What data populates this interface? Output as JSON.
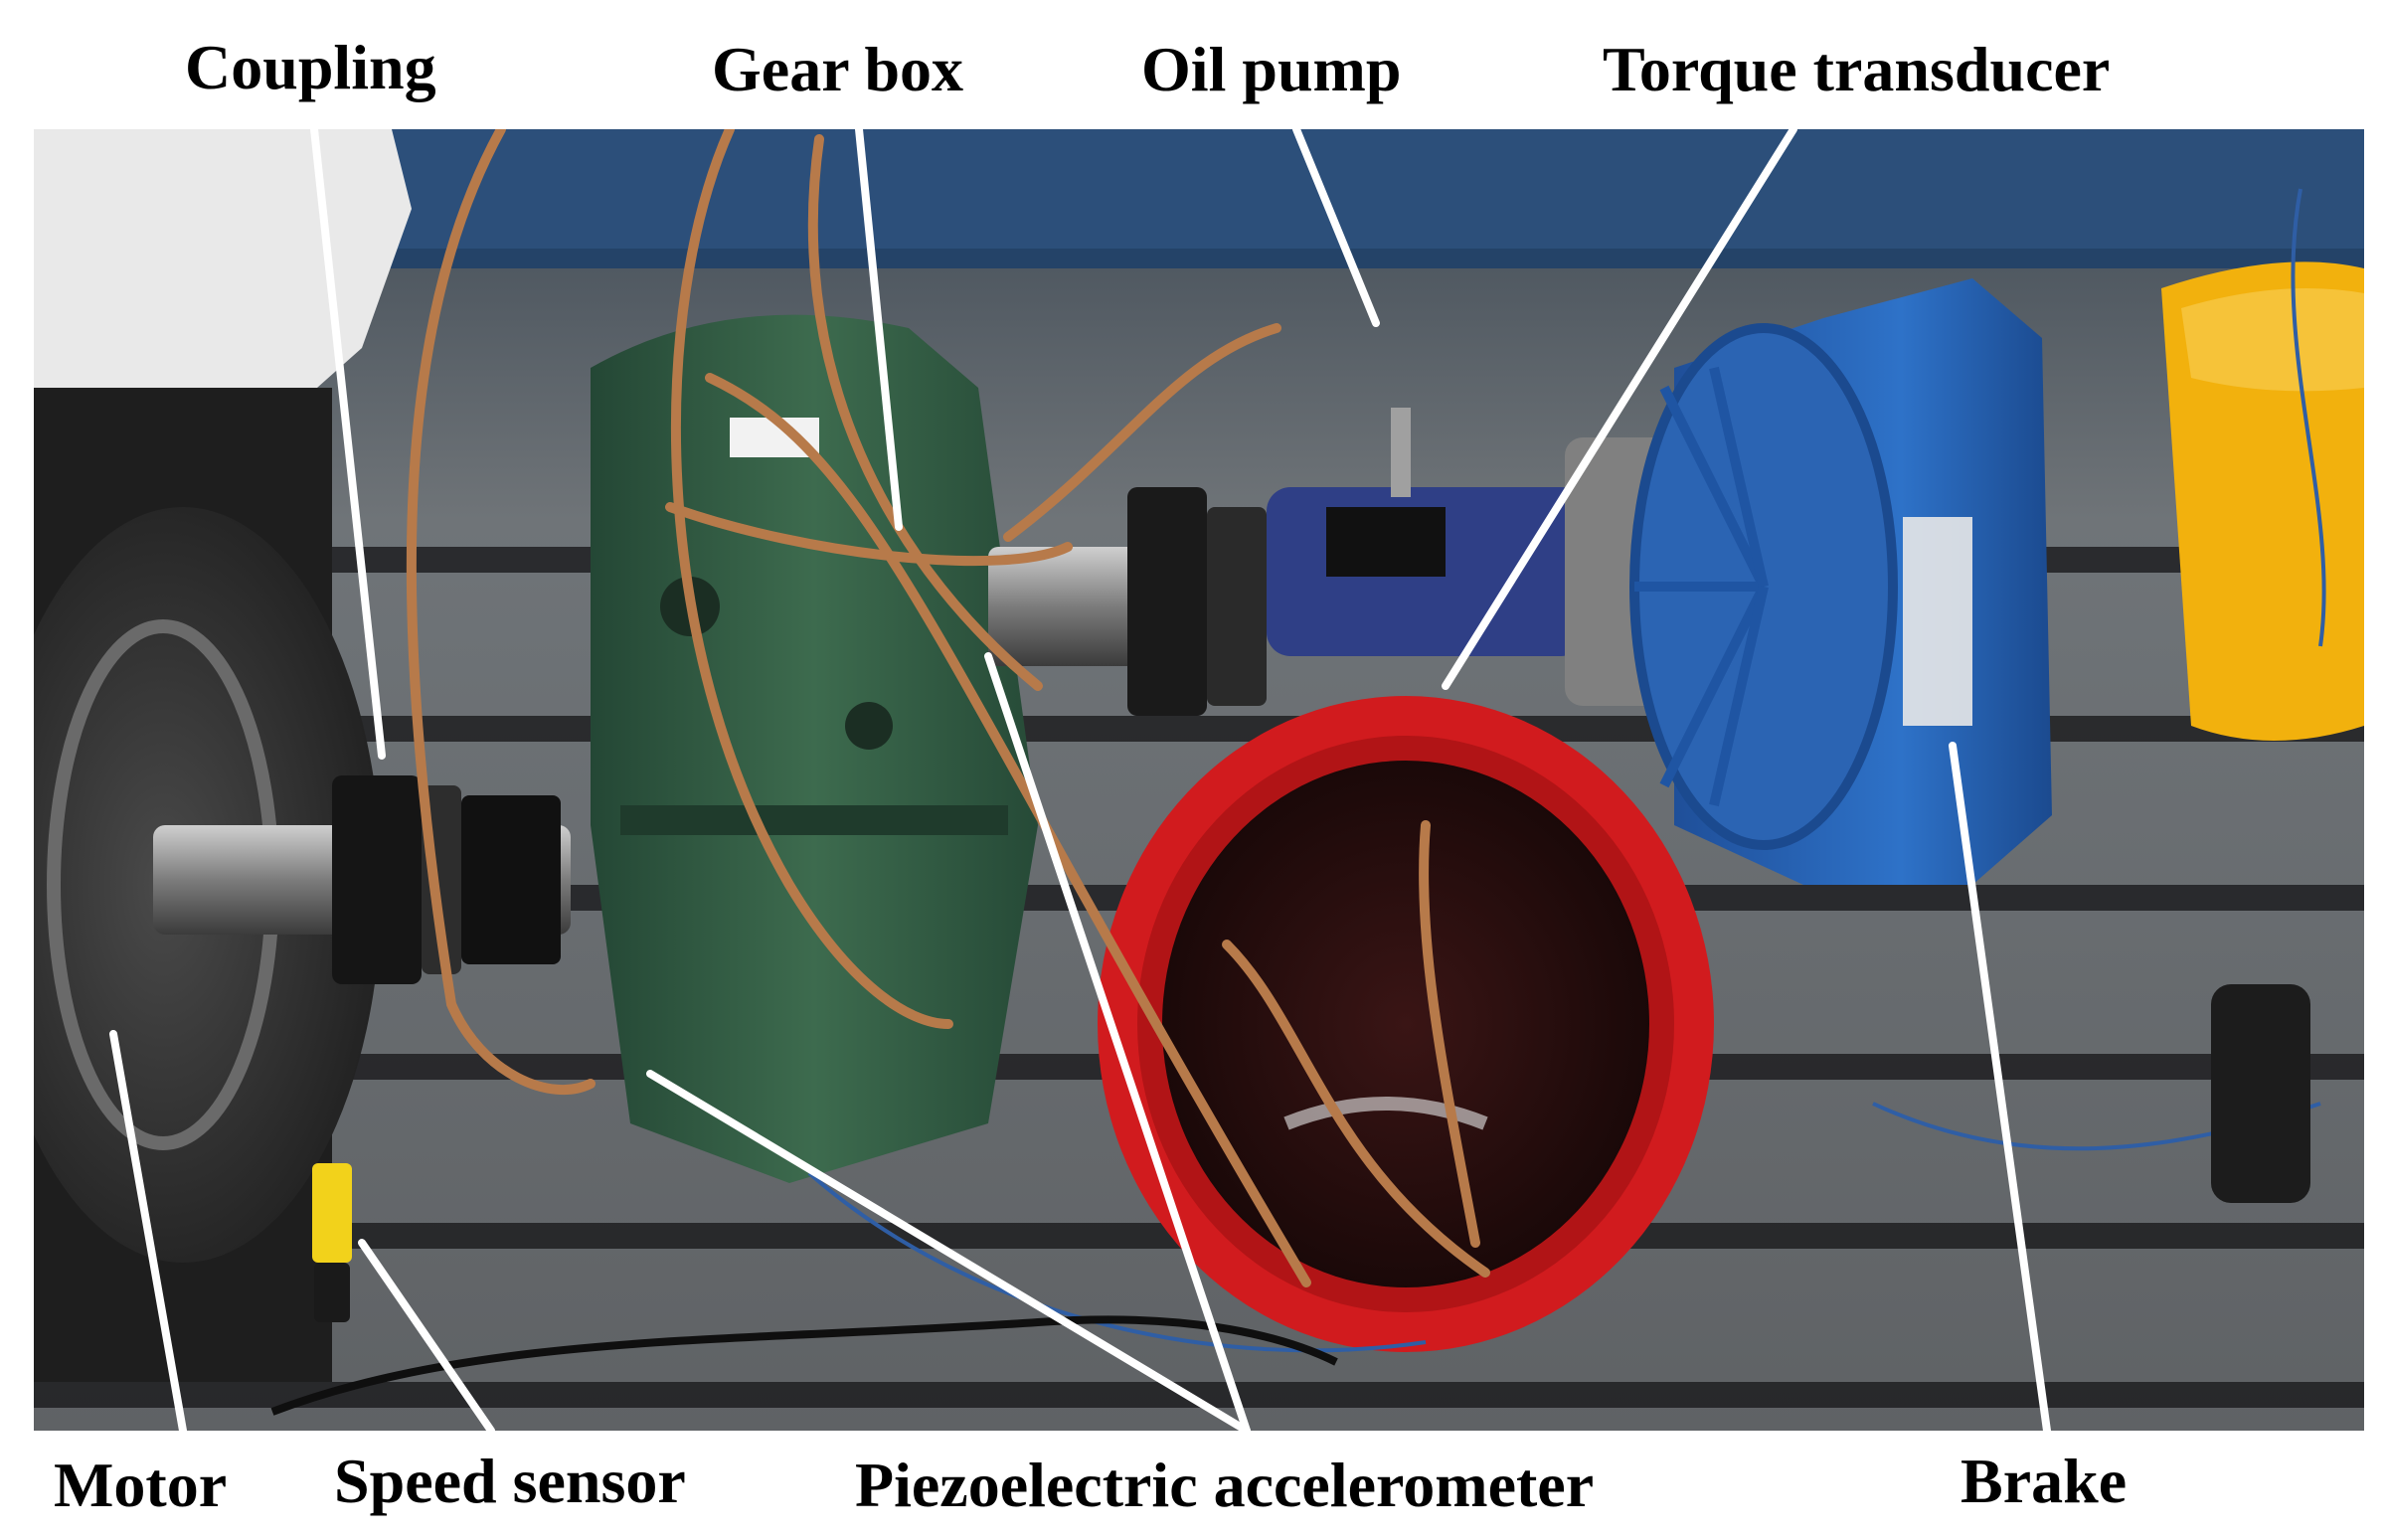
{
  "labels": {
    "coupling": "Coupling",
    "gear_box": "Gear box",
    "oil_pump": "Oil pump",
    "torque_transducer": "Torque transducer",
    "motor": "Motor",
    "speed_sensor": "Speed sensor",
    "piezoelectric_accelerometer": "Piezoelectric accelerometer",
    "brake": "Brake"
  },
  "colors": {
    "gearbox_green": "#2f5a3f",
    "brake_blue": "#2a66b8",
    "bucket_red": "#d11b1e",
    "torque_blue": "#2f3f86",
    "copper_tube": "#b77a4a",
    "table_gray": "#8b8f93",
    "motor_black": "#2a2a2a",
    "yellow_bucket": "#f2b10d"
  }
}
